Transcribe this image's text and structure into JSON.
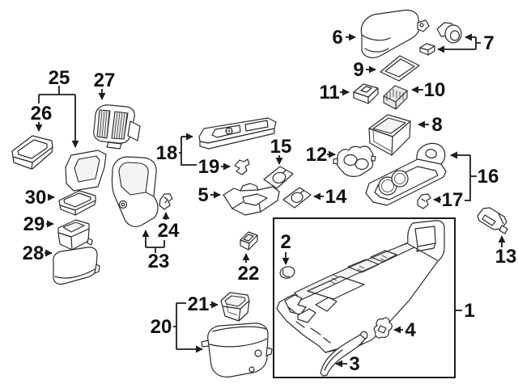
{
  "figure": {
    "type": "exploded-parts-diagram",
    "subject": "center-console-line-art",
    "background_color": "#ffffff",
    "ink_color": "#2a2a2a",
    "leader_color": "#1c1c1c",
    "label_color": "#111111",
    "label_count": 30,
    "detail_box_present": true
  },
  "parts": [
    {
      "number": "1"
    },
    {
      "number": "2"
    },
    {
      "number": "3"
    },
    {
      "number": "4"
    },
    {
      "number": "5"
    },
    {
      "number": "6"
    },
    {
      "number": "7"
    },
    {
      "number": "8"
    },
    {
      "number": "9"
    },
    {
      "number": "10"
    },
    {
      "number": "11"
    },
    {
      "number": "12"
    },
    {
      "number": "13"
    },
    {
      "number": "14"
    },
    {
      "number": "15"
    },
    {
      "number": "16"
    },
    {
      "number": "17"
    },
    {
      "number": "18"
    },
    {
      "number": "19"
    },
    {
      "number": "20"
    },
    {
      "number": "21"
    },
    {
      "number": "22"
    },
    {
      "number": "23"
    },
    {
      "number": "24"
    },
    {
      "number": "25"
    },
    {
      "number": "26"
    },
    {
      "number": "27"
    },
    {
      "number": "28"
    },
    {
      "number": "29"
    },
    {
      "number": "30"
    }
  ]
}
